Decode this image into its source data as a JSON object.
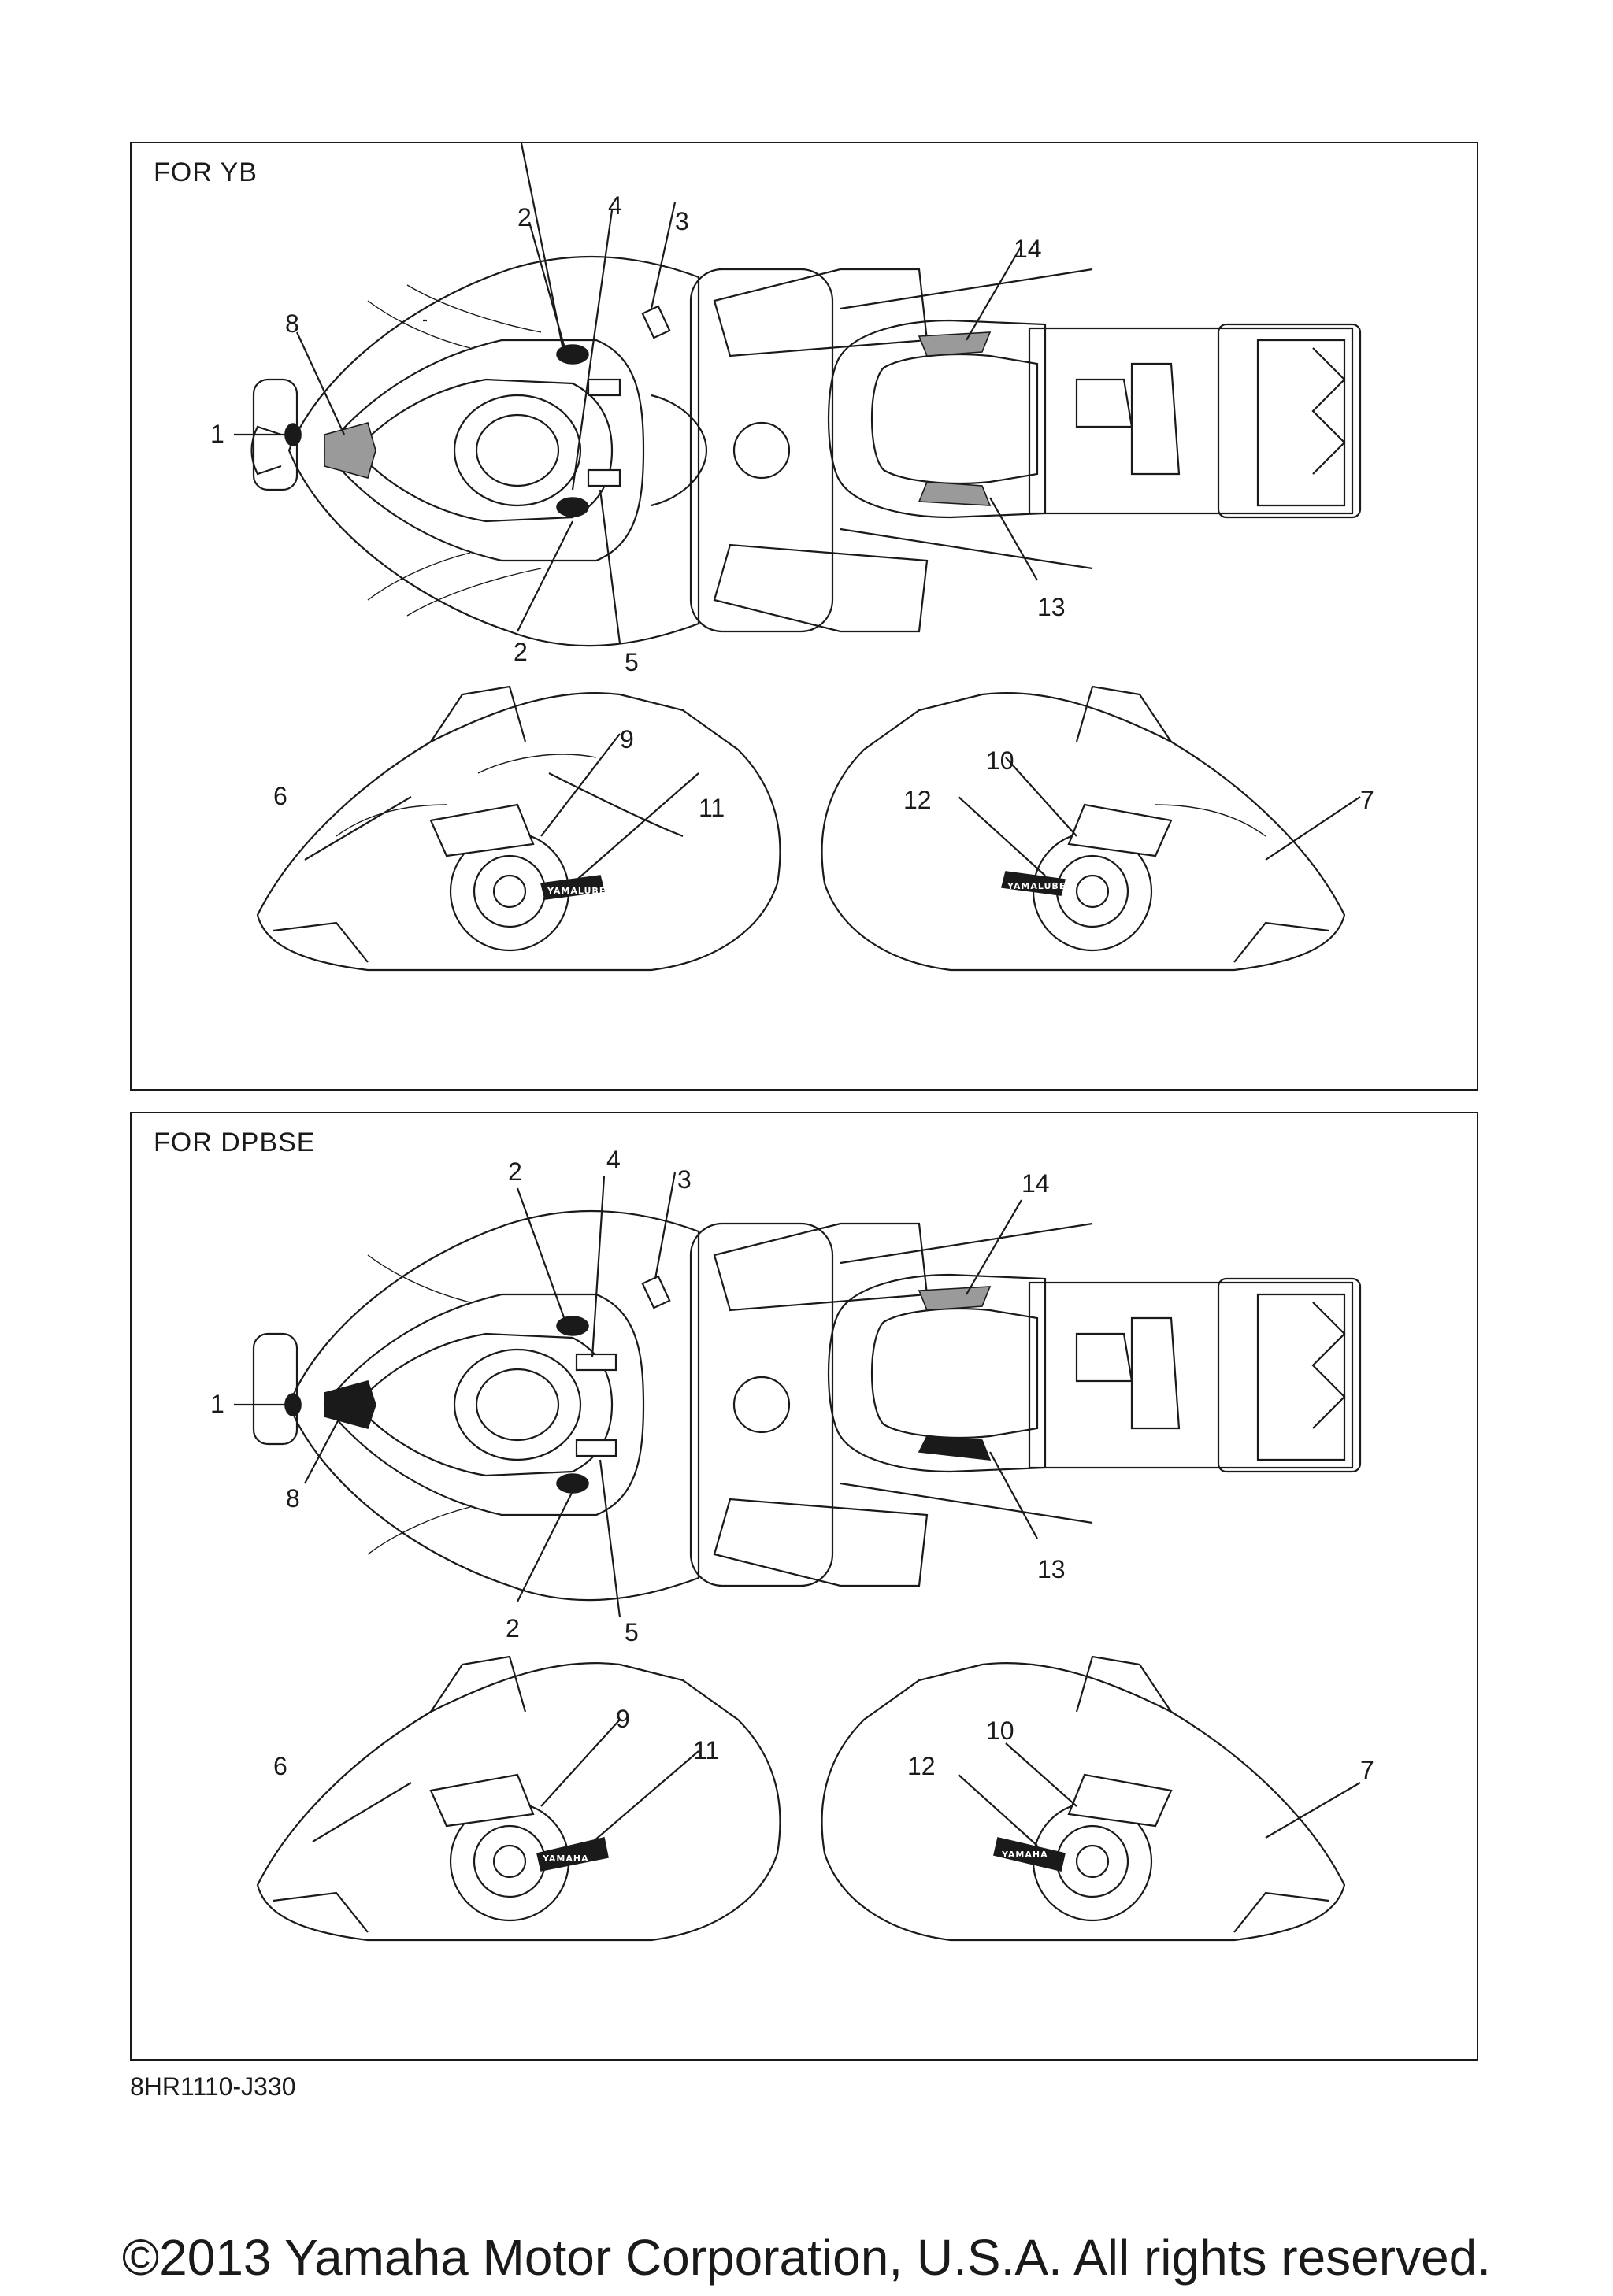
{
  "panels": [
    {
      "title": "FOR YB",
      "callouts": [
        "1",
        "2",
        "2",
        "3",
        "4",
        "5",
        "6",
        "7",
        "8",
        "9",
        "10",
        "11",
        "12",
        "13",
        "14"
      ]
    },
    {
      "title": "FOR DPBSE",
      "callouts": [
        "1",
        "2",
        "2",
        "3",
        "4",
        "5",
        "6",
        "7",
        "8",
        "9",
        "10",
        "11",
        "12",
        "13",
        "14"
      ]
    }
  ],
  "decal_text": {
    "yb_side": "YAMALUBE",
    "dpbse_side": "YAMAHA"
  },
  "diagram_code": "8HR1110-J330",
  "copyright": "©2013 Yamaha Motor Corporation, U.S.A. All rights reserved."
}
